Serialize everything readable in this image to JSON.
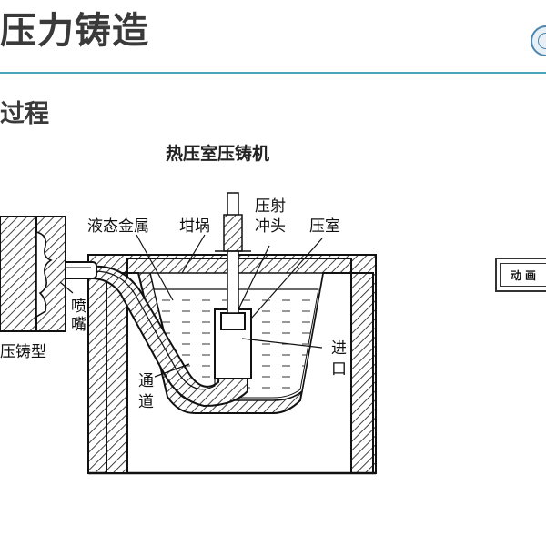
{
  "header": {
    "title": "压力铸造"
  },
  "section": {
    "title": "过程"
  },
  "diagram": {
    "title": "热压室压铸机",
    "labels": {
      "liquid_metal": "液态金属",
      "crucible": "坩埚",
      "plunger_line1": "压射",
      "plunger_line2": "冲头",
      "pressure_chamber": "压室",
      "nozzle": "喷嘴",
      "die": "压铸型",
      "inlet_line1": "进",
      "inlet_line2": "口",
      "channel_line1": "通",
      "channel_line2": "道"
    }
  },
  "animation_button": {
    "label": "动画"
  },
  "colors": {
    "accent_rule": "#4aa6b8",
    "text": "#3a3a3a"
  }
}
